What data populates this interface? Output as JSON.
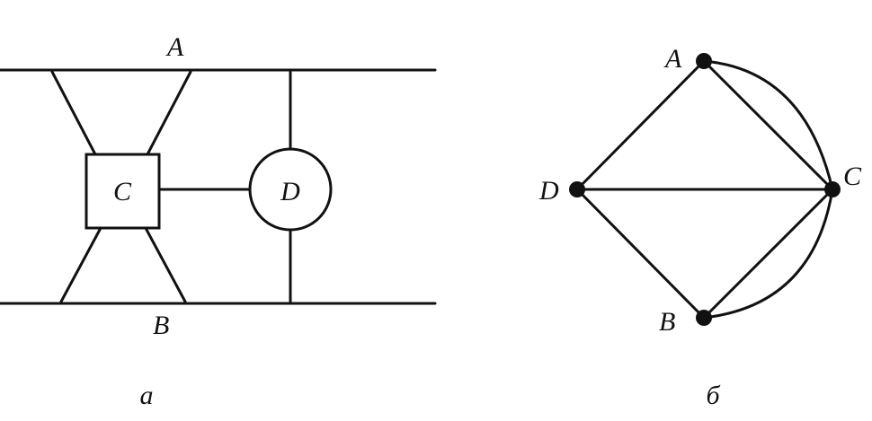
{
  "panel_a": {
    "label_top": "A",
    "label_bottom": "B",
    "label_square": "C",
    "label_circle": "D",
    "caption": "a"
  },
  "panel_b": {
    "label_a": "A",
    "label_b": "B",
    "label_c": "C",
    "label_d": "D",
    "caption": "б"
  },
  "colors": {
    "ink": "#111111",
    "background": "#ffffff"
  }
}
